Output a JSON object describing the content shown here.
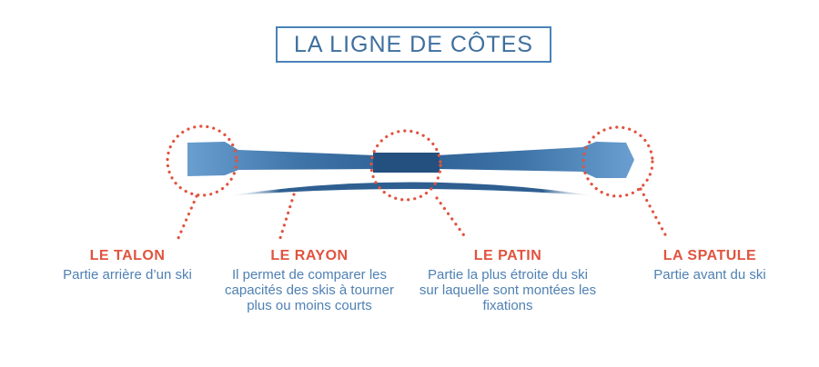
{
  "title": "LA LIGNE DE CÔTES",
  "parts": [
    {
      "id": "talon",
      "heading": "LE TALON",
      "description": "Partie arrière d’un ski"
    },
    {
      "id": "rayon",
      "heading": "LE RAYON",
      "description": "Il permet de comparer les capacités des skis à tourner plus ou moins courts"
    },
    {
      "id": "patin",
      "heading": "LE PATIN",
      "description": "Partie la plus étroite du ski sur laquelle sont montées les fixations"
    },
    {
      "id": "spatule",
      "heading": "LA SPATULE",
      "description": "Partie avant du ski"
    }
  ],
  "colors": {
    "ski_light": "#5d93c6",
    "ski_dark": "#2d5f92",
    "patin": "#24507f",
    "dots": "#e1533f",
    "heading": "#e1533f",
    "text": "#4f81b3",
    "title": "#3e6f9f"
  }
}
